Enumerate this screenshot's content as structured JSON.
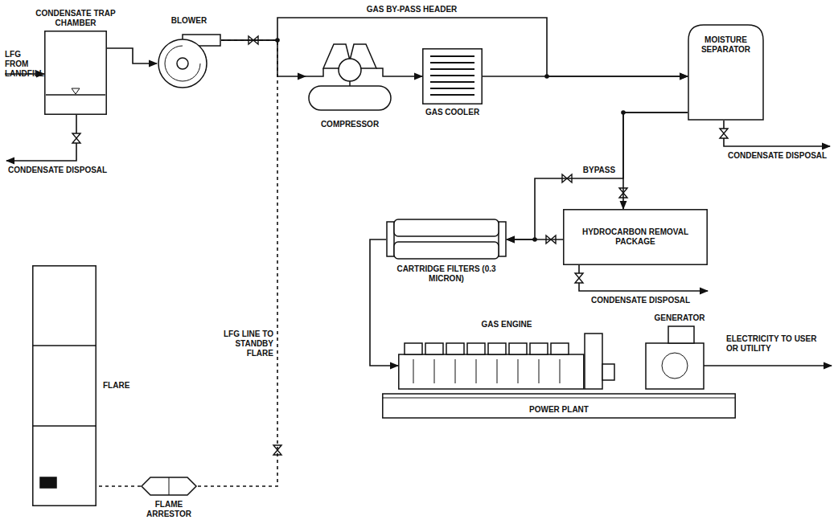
{
  "diagram": {
    "nodes": [
      {
        "text": [
          "CONDENSATE TRAP CHAMBER"
        ]
      },
      {
        "text": [
          "BLOWER"
        ]
      },
      {
        "text": [
          "COMPRESSOR"
        ]
      },
      {
        "text": [
          "GAS COOLER"
        ]
      },
      {
        "text": [
          "MOISTURE SEPARATOR"
        ]
      },
      {
        "text": [
          "HYDROCARBON REMOVAL PACKAGE"
        ]
      },
      {
        "text": [
          "CARTRIDGE FILTERS (0.3 MICRON)"
        ]
      },
      {
        "text": [
          "POWER PLANT"
        ]
      },
      {
        "text": [
          "GAS ENGINE"
        ],
        "in": 7
      },
      {
        "text": [
          "GENERATOR"
        ],
        "in": 7
      },
      {
        "text": [
          "FLAME ARRESTOR"
        ]
      },
      {
        "text": [
          "FLARE"
        ]
      }
    ],
    "edges": [
      {
        "from": 0,
        "to": 1,
        "arrow": "to"
      },
      {
        "from": 1,
        "to": 2,
        "arrow": "to"
      },
      {
        "from": 1,
        "to": 4,
        "label": "GAS BY-PASS HEADER",
        "arrow": "to"
      },
      {
        "from": 2,
        "to": 3,
        "arrow": "to"
      },
      {
        "from": 3,
        "to": 4,
        "arrow": "to"
      },
      {
        "from": 4,
        "to": 5,
        "arrow": "to"
      },
      {
        "from": 4,
        "to": 6,
        "label": "BYPASS",
        "arrow": "to"
      },
      {
        "from": 5,
        "to": 6,
        "arrow": "to"
      },
      {
        "from": 6,
        "to": 8,
        "arrow": "to"
      },
      {
        "from": 1,
        "to": 10,
        "label": "LFG LINE TO STANDBY FLARE",
        "arrow": "none"
      },
      {
        "from": 10,
        "to": 11,
        "arrow": "none"
      }
    ],
    "labels": [
      "LFG FROM LANDFILL",
      "CONDENSATE DISPOSAL",
      "CONDENSATE DISPOSAL",
      "CONDENSATE DISPOSAL",
      "ELECTRICITY TO USER OR UTILITY"
    ]
  }
}
